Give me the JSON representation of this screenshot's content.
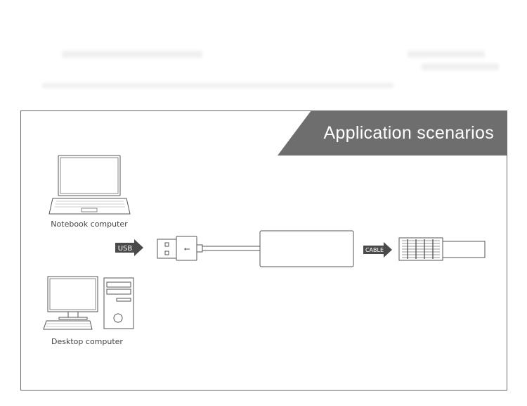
{
  "banner": {
    "title": "Application scenarios"
  },
  "devices": {
    "notebook_label": "Notebook computer",
    "desktop_label": "Desktop computer"
  },
  "connectors": {
    "usb_tag": "USB",
    "usb_symbol": "⭠",
    "cable_tag": "CABLE"
  },
  "colors": {
    "banner_bg": "#6f6e6e",
    "outline": "#6a6a6a",
    "tag_bg": "#4a4a4a"
  }
}
